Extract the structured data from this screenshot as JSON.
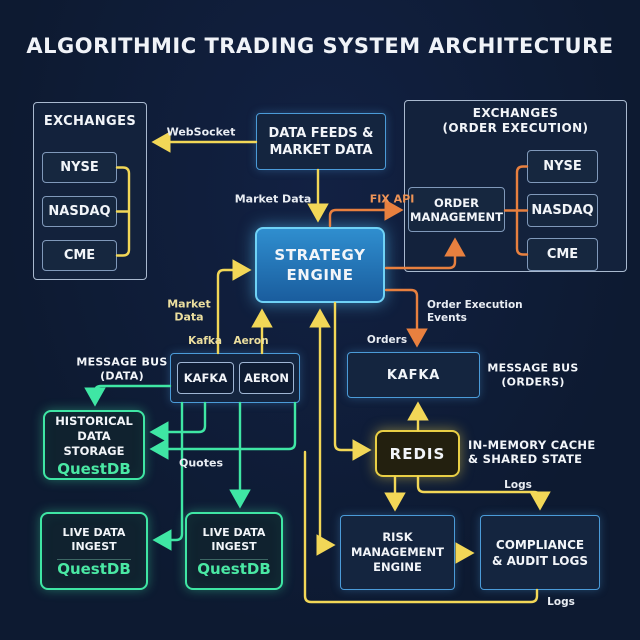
{
  "title": "ALGORITHMIC TRADING SYSTEM ARCHITECTURE",
  "colors": {
    "background": "#0d1a31",
    "market_data_flow": "#f2d757",
    "order_flow": "#e8803f",
    "storage_flow": "#3fe6a4",
    "strategy_fill": "#2f8ecf",
    "questdb_green": "#4ae8a4",
    "redis_border": "#e9cf45",
    "node_border_blue": "#4b9bd8"
  },
  "panels": {
    "exchanges_left": {
      "title": "EXCHANGES",
      "items": [
        "NYSE",
        "NASDAQ",
        "CME"
      ]
    },
    "exchanges_right": {
      "title_line1": "EXCHANGES",
      "title_line2": "(ORDER EXECUTION)",
      "items": [
        "NYSE",
        "NASDAQ",
        "CME"
      ]
    }
  },
  "nodes": {
    "data_feeds": {
      "line1": "DATA FEEDS &",
      "line2": "MARKET DATA"
    },
    "strategy": {
      "line1": "STRATEGY",
      "line2": "ENGINE"
    },
    "order_mgmt": {
      "line1": "ORDER",
      "line2": "MANAGEMENT"
    },
    "msgbus_data": {
      "caption_line1": "MESSAGE BUS",
      "caption_line2": "(DATA)",
      "kafka": "KAFKA",
      "aeron": "AERON"
    },
    "kafka_orders": {
      "label": "KAFKA",
      "caption_line1": "MESSAGE BUS",
      "caption_line2": "(ORDERS)"
    },
    "redis": {
      "label": "REDIS",
      "caption_line1": "IN-MEMORY CACHE",
      "caption_line2": "& SHARED STATE"
    },
    "historical": {
      "line1": "HISTORICAL",
      "line2": "DATA STORAGE",
      "db": "QuestDB"
    },
    "live_left": {
      "line1": "LIVE DATA",
      "line2": "INGEST",
      "db": "QuestDB"
    },
    "live_right": {
      "line1": "LIVE DATA",
      "line2": "INGEST",
      "db": "QuestDB"
    },
    "risk": {
      "line1": "RISK",
      "line2": "MANAGEMENT",
      "line3": "ENGINE"
    },
    "compliance": {
      "line1": "COMPLIANCE",
      "line2": "& AUDIT LOGS"
    }
  },
  "edge_labels": {
    "websocket": "WebSocket",
    "market_data_top": "Market Data",
    "fix_api": "FIX API",
    "market_data_left_1": "Market",
    "market_data_left_2": "Data",
    "kafka": "Kafka",
    "aeron": "Aeron",
    "orders": "Orders",
    "order_exec_1": "Order Execution",
    "order_exec_2": "Events",
    "quotes": "Quotes",
    "logs_mid": "Logs",
    "logs_bottom": "Logs"
  }
}
